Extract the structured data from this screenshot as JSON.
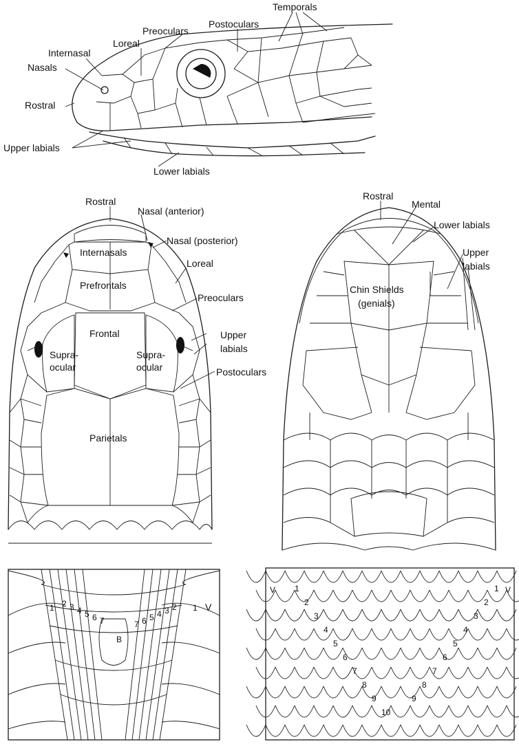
{
  "side_view": {
    "labels": {
      "temporals": "Temporals",
      "preoculars": "Preoculars",
      "postoculars": "Postoculars",
      "internasal": "Internasal",
      "loreal": "Loreal",
      "nasals": "Nasals",
      "rostral": "Rostral",
      "upper_labials": "Upper labials",
      "lower_labials": "Lower labials"
    }
  },
  "dorsal_view": {
    "labels": {
      "rostral": "Rostral",
      "nasal_anterior": "Nasal (anterior)",
      "nasal_posterior": "Nasal (posterior)",
      "internasals": "Internasals",
      "loreal": "Loreal",
      "prefrontals": "Prefrontals",
      "preoculars": "Preoculars",
      "frontal": "Frontal",
      "supraocular_left_1": "Supra-",
      "supraocular_left_2": "ocular",
      "supraocular_right_1": "Supra-",
      "supraocular_right_2": "ocular",
      "upper_labials_1": "Upper",
      "upper_labials_2": "labials",
      "postoculars": "Postoculars",
      "parietals": "Parietals"
    }
  },
  "ventral_view": {
    "labels": {
      "rostral": "Rostral",
      "mental": "Mental",
      "lower_labials": "Lower labials",
      "upper_labials_1": "Upper",
      "upper_labials_2": "labials",
      "chin_shields_1": "Chin Shields",
      "chin_shields_2": "(genials)"
    }
  },
  "belly_count": {
    "v_label": "V",
    "one_label": "1",
    "b_label": "B",
    "left_numbers": [
      "2",
      "3",
      "4",
      "5",
      "6",
      "7"
    ],
    "right_numbers": [
      "7",
      "6",
      "5",
      "4",
      "3",
      "2"
    ],
    "right_one": "1"
  },
  "dorsal_count": {
    "v_left": "V",
    "v_right": "V",
    "left_numbers": [
      "1",
      "2",
      "3",
      "4",
      "5",
      "6",
      "7",
      "8",
      "9",
      "10"
    ],
    "right_numbers": [
      "1",
      "2",
      "3",
      "4",
      "5",
      "6",
      "7",
      "8",
      "9"
    ]
  }
}
